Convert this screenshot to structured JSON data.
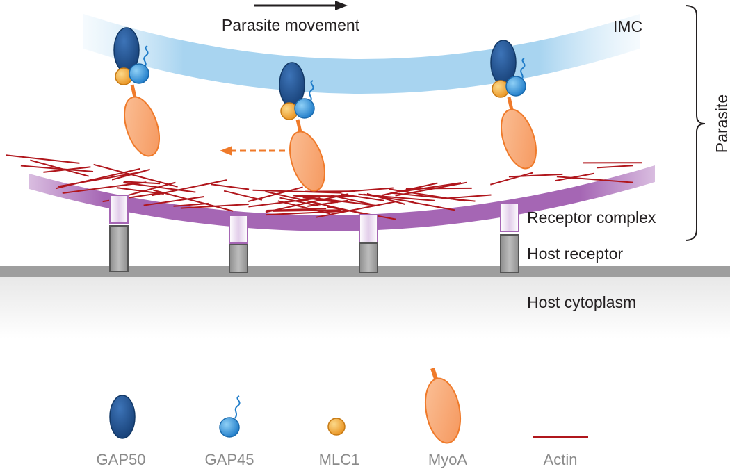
{
  "labels": {
    "movement": "Parasite movement",
    "imc": "IMC",
    "parasite": "Parasite",
    "receptor_complex": "Receptor complex",
    "host_receptor": "Host receptor",
    "host_cytoplasm": "Host cytoplasm"
  },
  "legend": [
    {
      "key": "gap50",
      "label": "GAP50"
    },
    {
      "key": "gap45",
      "label": "GAP45"
    },
    {
      "key": "mlc1",
      "label": "MLC1"
    },
    {
      "key": "myoa",
      "label": "MyoA"
    },
    {
      "key": "actin",
      "label": "Actin"
    }
  ],
  "colors": {
    "gap50": "#1d4e8c",
    "gap45": "#2a8fd8",
    "mlc1": "#f2a530",
    "myoa": "#f7a672",
    "myoa_stroke": "#ef7a2a",
    "actin": "#b0161c",
    "membrane": "#a566b4",
    "imc": "#a8d4f0",
    "receptor_complex": "#e8d4ee",
    "host_receptor": "#a3a3a3",
    "host_surface": "#a0a0a0",
    "arrow": "#231f20",
    "dashed_arrow": "#ef7a2a"
  }
}
